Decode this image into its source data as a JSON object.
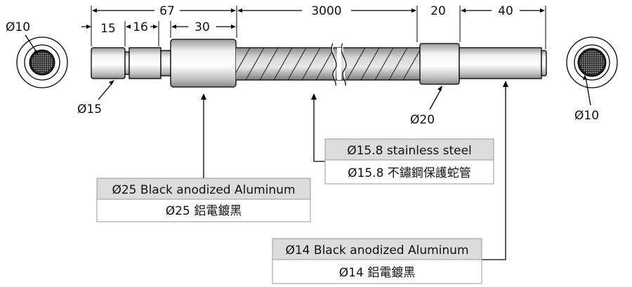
{
  "dimensions": {
    "d67": "67",
    "d3000": "3000",
    "d20": "20",
    "d40": "40",
    "d15": "15",
    "d16": "16",
    "d30": "30"
  },
  "diameters": {
    "left_end": "Ø10",
    "right_end": "Ø10",
    "left_shaft": "Ø15",
    "right_collar": "Ø20"
  },
  "callouts": {
    "hose": {
      "en": "Ø15.8 stainless steel",
      "zh": "Ø15.8 不鏽鋼保護蛇管"
    },
    "left_sleeve": {
      "en": "Ø25 Black anodized Aluminum",
      "zh": "Ø25 鋁電鍍黑"
    },
    "right_shaft": {
      "en": "Ø14 Black anodized Aluminum",
      "zh": "Ø14 鋁電鍍黑"
    }
  },
  "colors": {
    "metal_light": "#f4f4f4",
    "metal_mid": "#cfcfcf",
    "metal_dark": "#8e8e8e",
    "callout_header": "#dcdcdc"
  }
}
